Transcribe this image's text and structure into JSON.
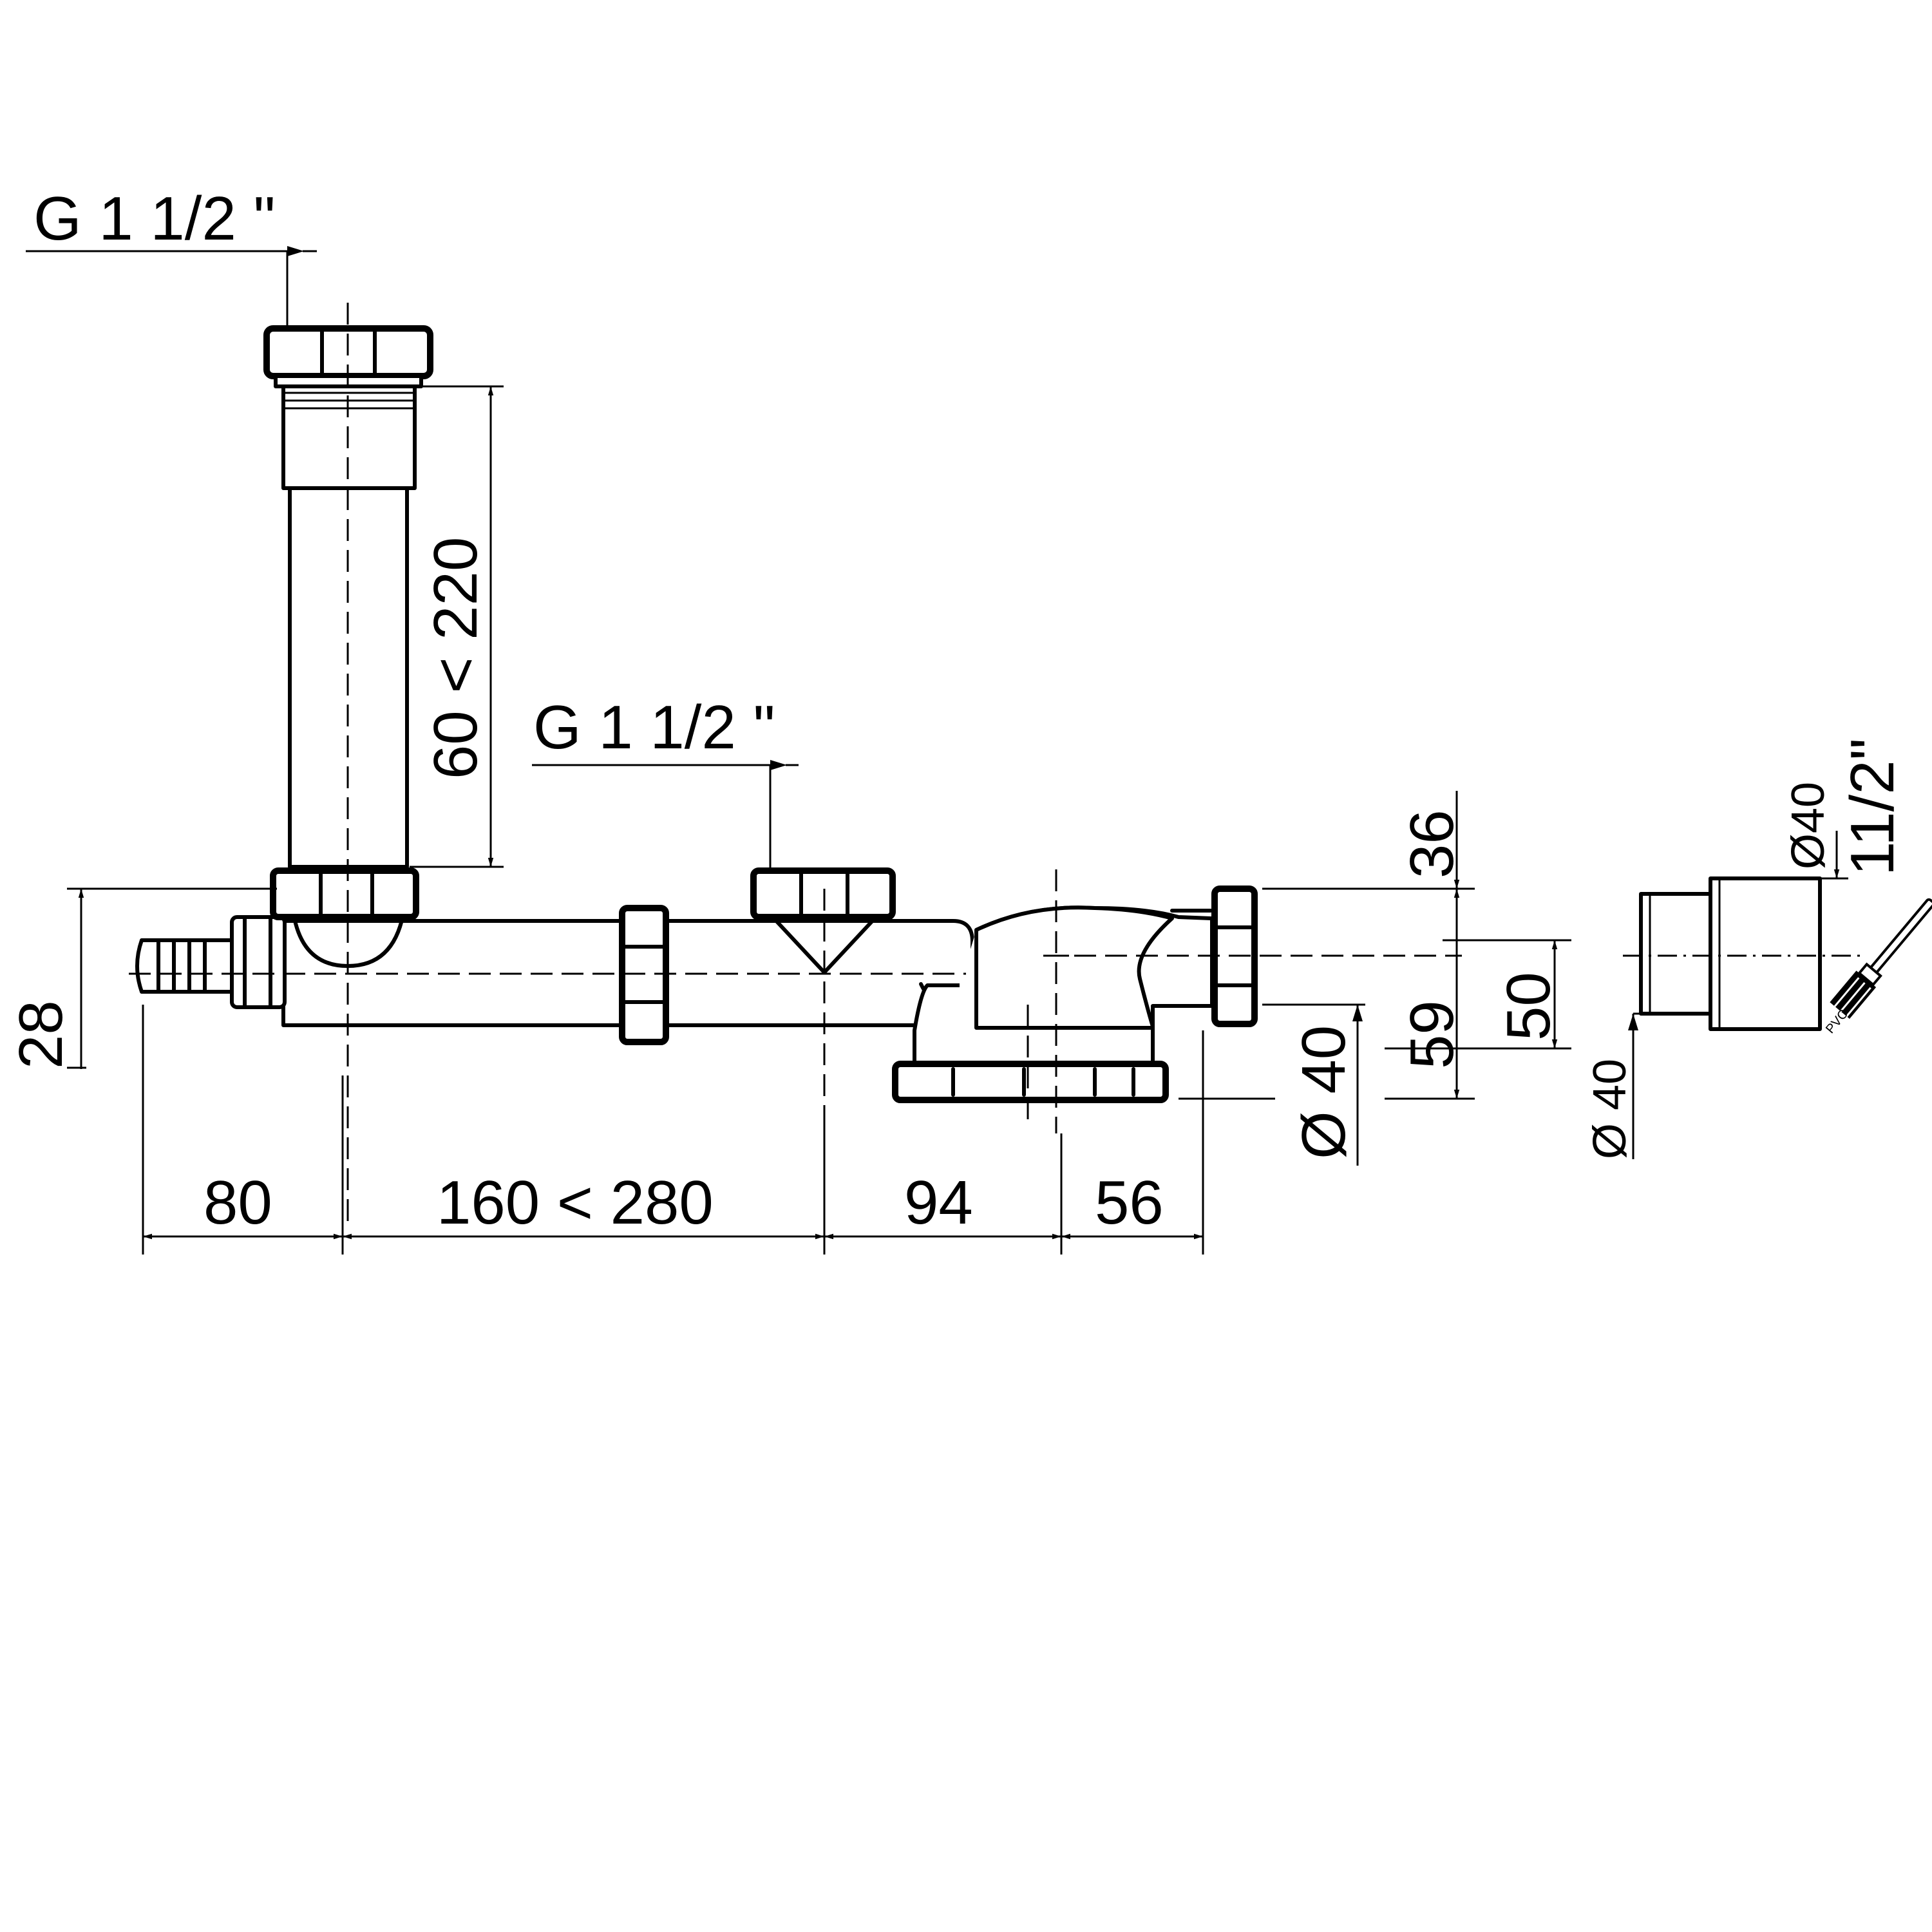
{
  "labels": {
    "thread_top": "G 1 1/2 \"",
    "thread_mid": "G 1 1/2 \"",
    "standpipe_height": "60 < 220",
    "dim_28": "28",
    "dim_80": "80",
    "dim_160_280": "160 < 280",
    "dim_94": "94",
    "dim_56": "56",
    "dim_36": "36",
    "dim_59": "59",
    "dim_50": "50",
    "dia_outlet": "Ø 40",
    "adapter_dia_top": "Ø40",
    "adapter_thread": "11/2\"",
    "adapter_dia_bottom": "Ø 40",
    "pvc": "PVC"
  },
  "icons": {
    "glue_brush": "pvc-glue-brush-icon"
  }
}
